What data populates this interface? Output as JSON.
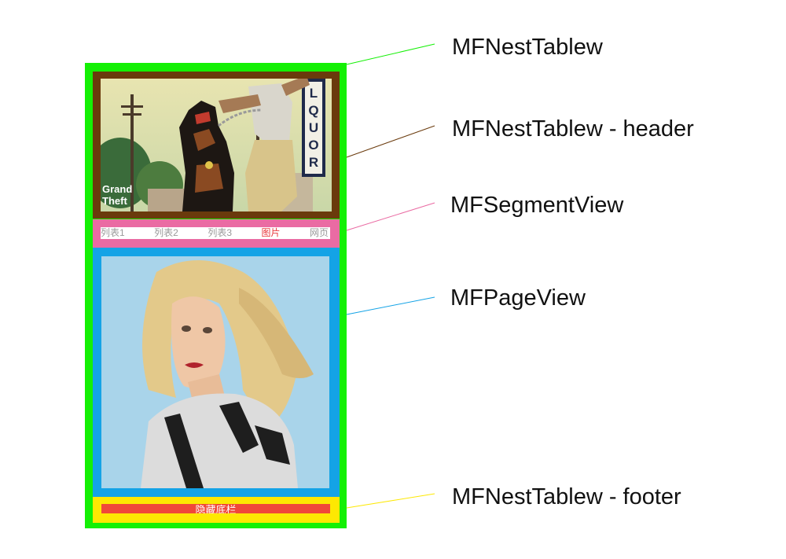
{
  "labels": {
    "nest_table": "MFNestTablew",
    "header": "MFNestTablew - header",
    "segment": "MFSegmentView",
    "page": "MFPageView",
    "footer": "MFNestTablew - footer"
  },
  "segment_tabs": [
    "列表1",
    "列表2",
    "列表3",
    "图片",
    "网页"
  ],
  "active_tab": "图片",
  "footer_text": "隐藏底栏",
  "colors": {
    "nest_table": "#14f005",
    "header": "#6a3a0c",
    "segment": "#ea6ba3",
    "page": "#14a3e6",
    "footer": "#fde802",
    "footer_bar": "#f0483a",
    "active_tab": "#e8383d"
  },
  "images": {
    "header": "gta-v-illustration",
    "page": "blonde-woman-photo"
  }
}
